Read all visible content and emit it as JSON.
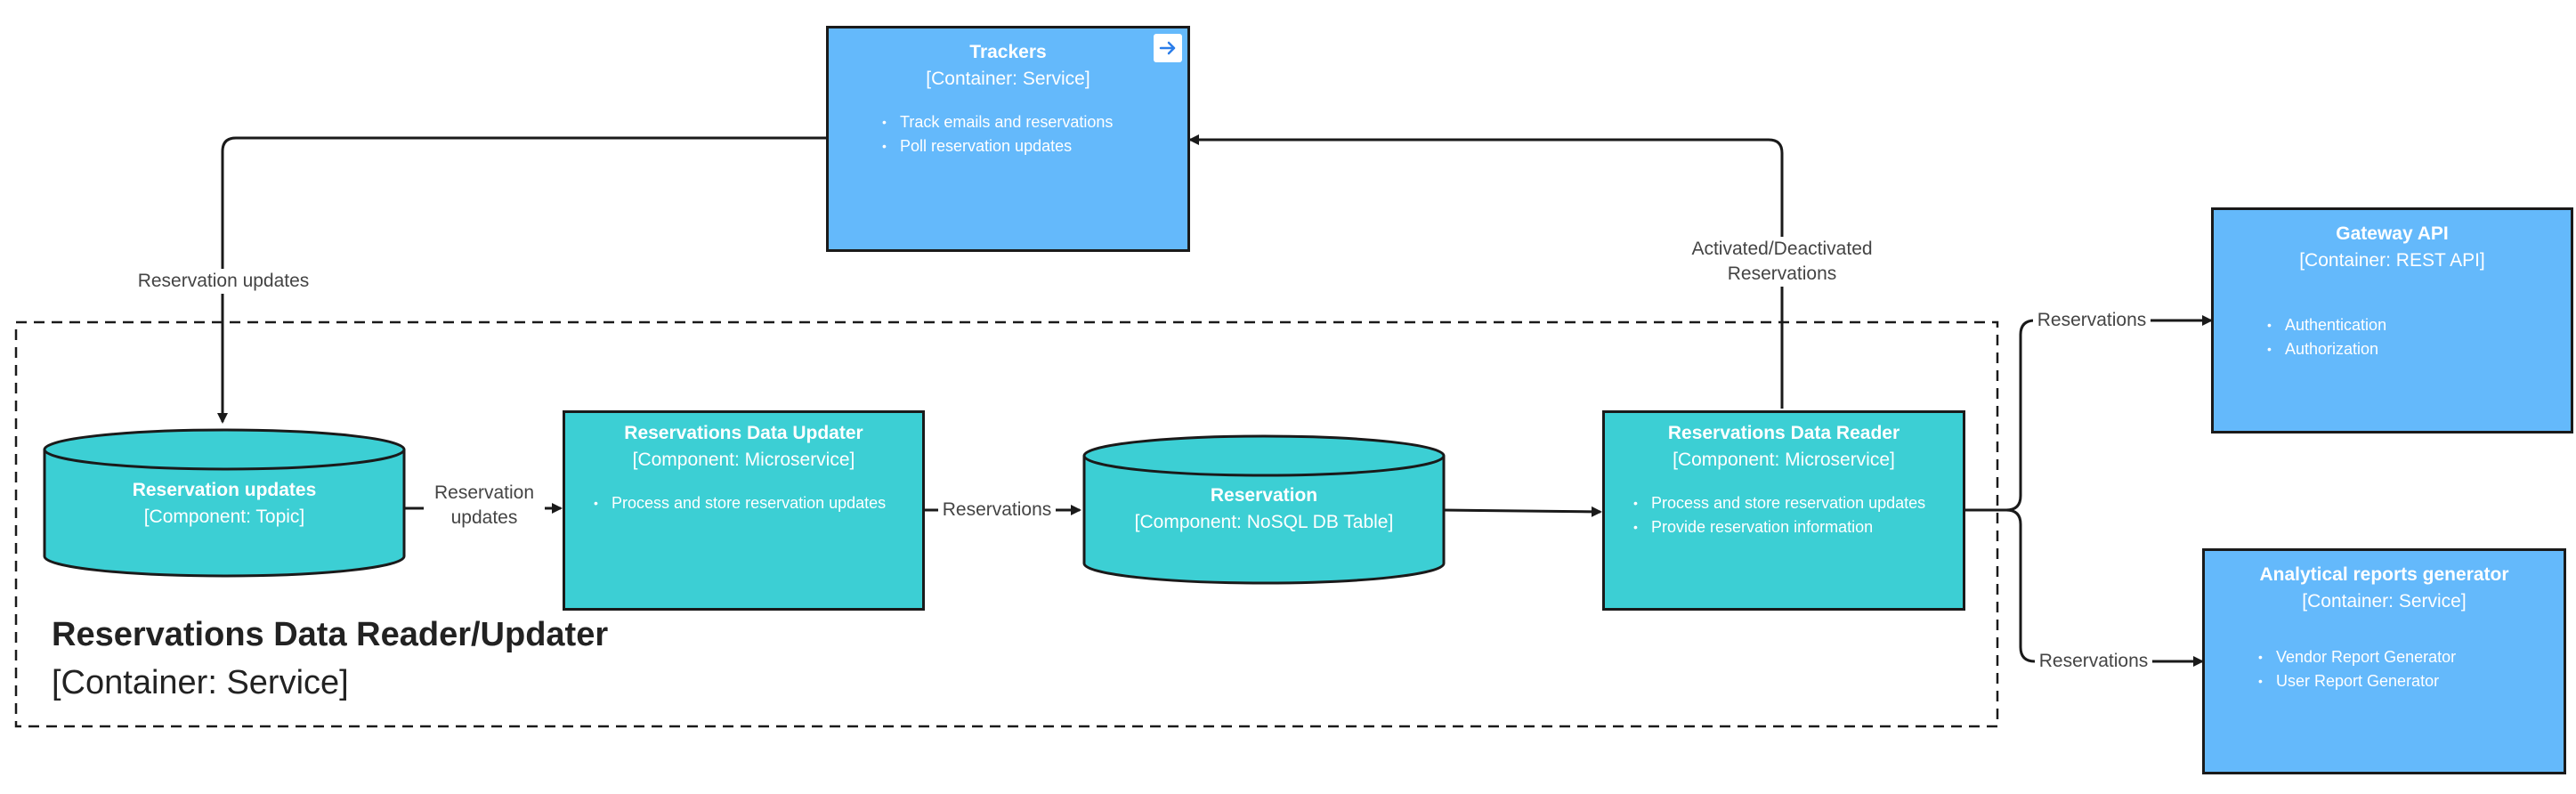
{
  "colors": {
    "blue": "#64b9fb",
    "teal": "#3ccfd4",
    "stroke": "#1a1a1a"
  },
  "trackers": {
    "title": "Trackers",
    "subtitle": "[Container: Service]",
    "bullets": [
      "Track emails and reservations",
      "Poll reservation updates"
    ],
    "icon": "arrow-right-icon"
  },
  "gateway": {
    "title": "Gateway API",
    "subtitle": "[Container: REST API]",
    "bullets": [
      "Authentication",
      "Authorization"
    ]
  },
  "analytics": {
    "title": "Analytical reports generator",
    "subtitle": "[Container: Service]",
    "bullets": [
      "Vendor Report Generator",
      "User Report Generator"
    ]
  },
  "boundary": {
    "title": "Reservations Data Reader/Updater",
    "subtitle": "[Container: Service]"
  },
  "topic": {
    "title": "Reservation updates",
    "subtitle": "[Component: Topic]"
  },
  "updater": {
    "title": "Reservations Data Updater",
    "subtitle": "[Component: Microservice]",
    "bullets": [
      "Process and store reservation updates"
    ]
  },
  "table": {
    "title": "Reservation",
    "subtitle": "[Component: NoSQL DB Table]"
  },
  "reader": {
    "title": "Reservations Data Reader",
    "subtitle": "[Component: Microservice]",
    "bullets": [
      "Process and store reservation updates",
      "Provide reservation information"
    ]
  },
  "edges": {
    "trackers_to_topic": "Reservation updates",
    "topic_to_updater_1": "Reservation",
    "topic_to_updater_2": "updates",
    "updater_to_table": "Reservations",
    "reader_to_trackers_1": "Activated/Deactivated",
    "reader_to_trackers_2": "Reservations",
    "reader_to_gateway": "Reservations",
    "reader_to_analytics": "Reservations"
  }
}
